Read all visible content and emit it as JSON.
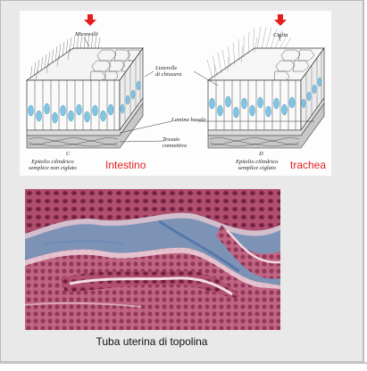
{
  "diagram": {
    "arrow_color": "#e41e1e",
    "labels": {
      "microvilli": "Microvilli",
      "cilia": "Ciglia",
      "tight_junctions": "Listerelle\ndi chiusura",
      "basal_lamina": "Lamina    basale",
      "connective": "Tessuto\nconnettivo",
      "panel_c_letter": "C",
      "panel_c_caption": "Epitelio cilindrico\nsemplice non ciglato",
      "panel_d_letter": "D",
      "panel_d_caption": "Epitelio cilindrico\nsemplice ciglato"
    },
    "intestine_label": "Intestino",
    "trachea_label": "trachea"
  },
  "micrograph": {
    "caption": "Tuba uterina di topolina"
  }
}
